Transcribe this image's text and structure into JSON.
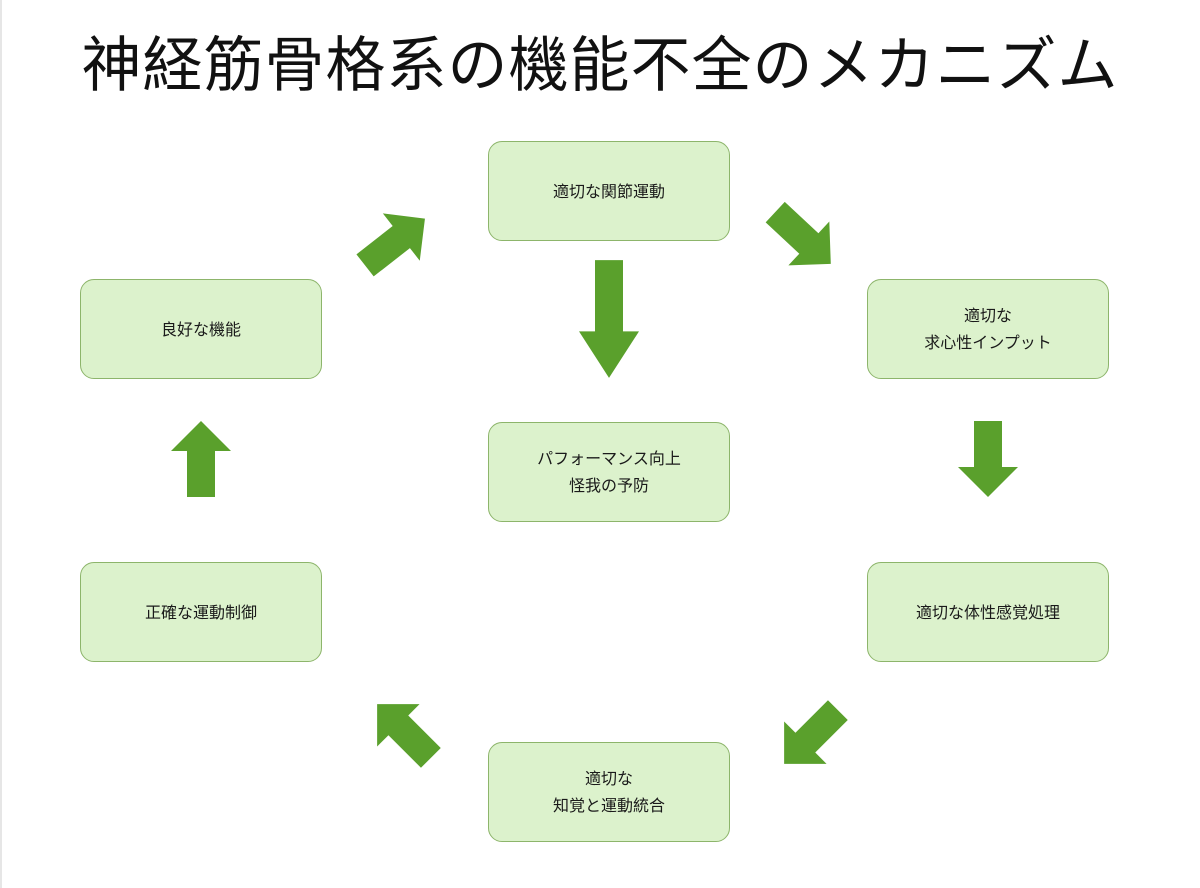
{
  "title": "神経筋骨格系の機能不全のメカニズム",
  "colors": {
    "node_fill": "#dcf2cc",
    "node_border": "#8db56b",
    "arrow": "#5aa02c"
  },
  "nodes": {
    "joint_motion": {
      "line1": "適切な関節運動"
    },
    "afferent_input": {
      "line1": "適切な",
      "line2": "求心性インプット"
    },
    "proprioception": {
      "line1": "適切な体性感覚処理"
    },
    "perception_integration": {
      "line1": "適切な",
      "line2": "知覚と運動統合"
    },
    "motor_control": {
      "line1": "正確な運動制御"
    },
    "good_function": {
      "line1": "良好な機能"
    },
    "performance": {
      "line1": "パフォーマンス向上",
      "line2": "怪我の予防"
    }
  }
}
